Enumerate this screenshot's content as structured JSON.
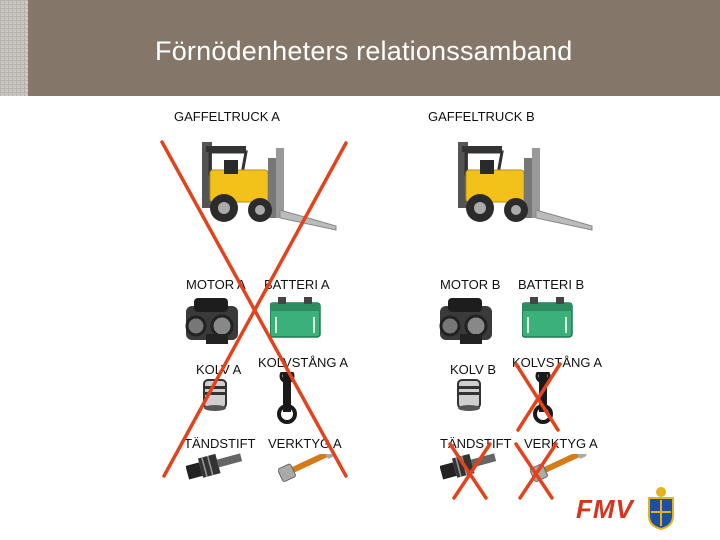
{
  "title": "Förnödenheters relationssamband",
  "group_a": {
    "forklift": "GAFFELTRUCK A",
    "motor": "MOTOR A",
    "battery": "BATTERI A",
    "piston": "KOLV A",
    "rod": "KOLVSTÅNG A",
    "spark_plug": "TÄNDSTIFT",
    "tool": "VERKTYG A"
  },
  "group_b": {
    "forklift": "GAFFELTRUCK B",
    "motor": "MOTOR B",
    "battery": "BATTERI B",
    "piston": "KOLV B",
    "rod": "KOLVSTÅNG A",
    "spark_plug": "TÄNDSTIFT",
    "tool": "VERKTYG A"
  },
  "logo": {
    "text": "FMV"
  },
  "colors": {
    "title_bar": "#84776a",
    "cross": "#e2431c",
    "forklift": "#f2c21a",
    "battery": "#3bb07a"
  }
}
